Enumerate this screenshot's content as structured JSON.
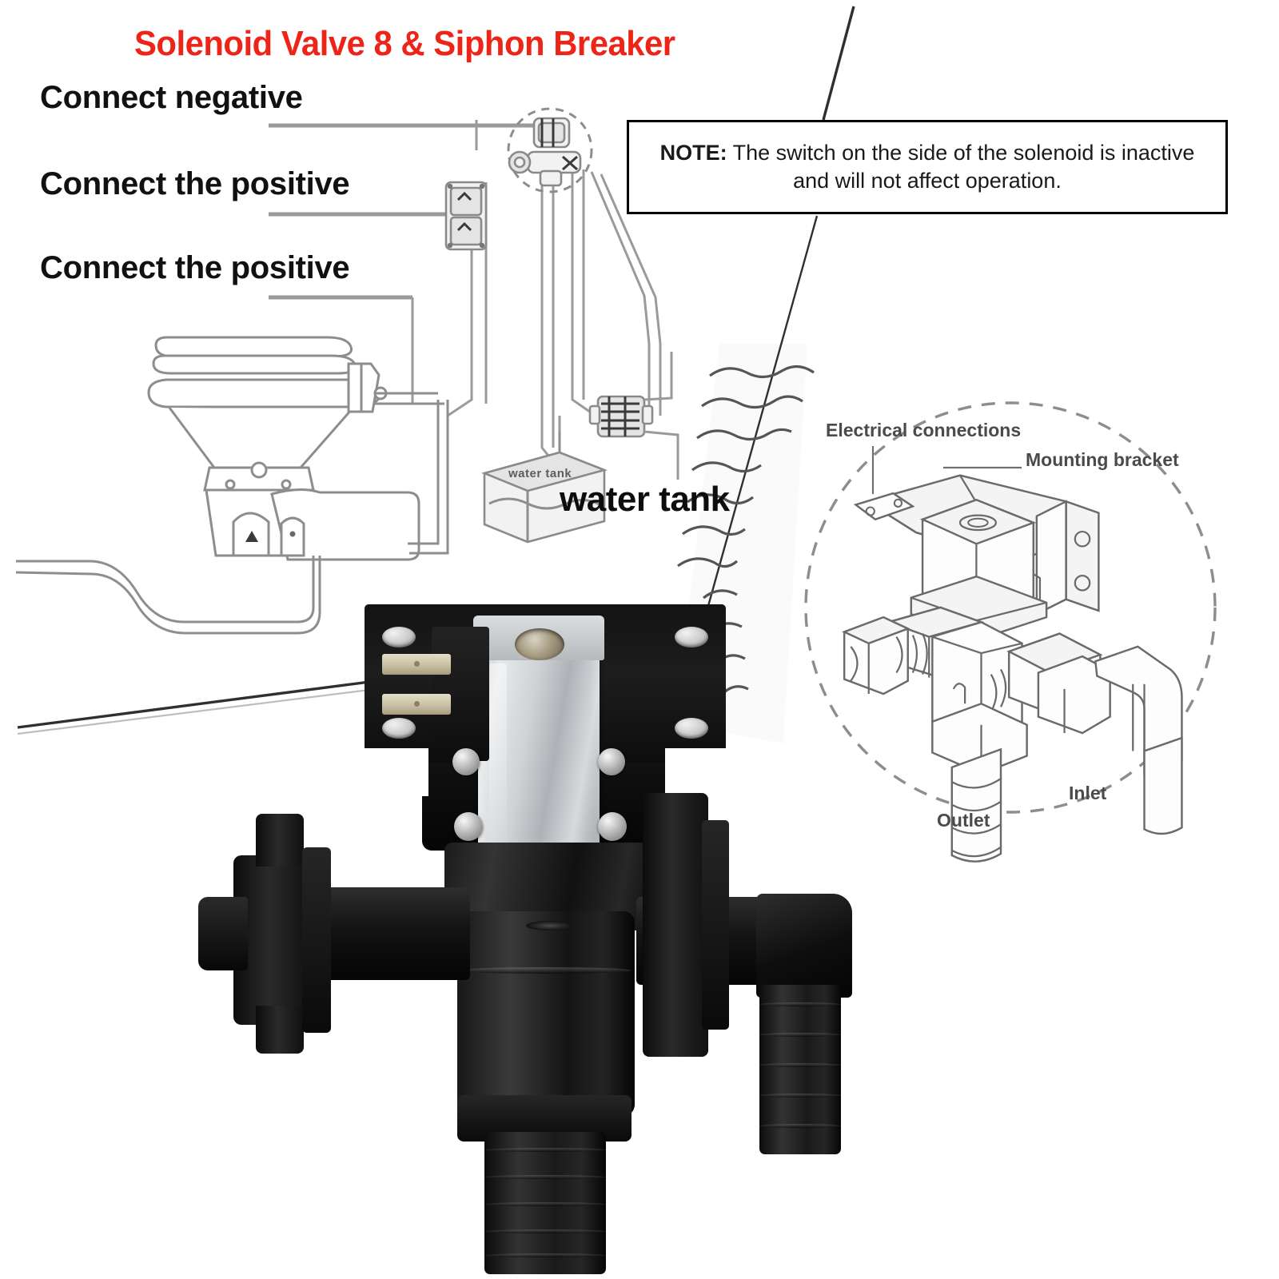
{
  "title": "Solenoid Valve 8 & Siphon Breaker",
  "title_color": "#ef2418",
  "wiring_labels": {
    "negative": "Connect negative",
    "positive_1": "Connect the positive",
    "positive_2": "Connect the positive"
  },
  "note": {
    "prefix": "NOTE:",
    "text": " The switch on the side of the solenoid is inactive and will not affect operation."
  },
  "schematic": {
    "water_tank_caption": "water tank",
    "water_tank_label": "water tank"
  },
  "callout": {
    "electrical_connections": "Electrical connections",
    "mounting_bracket": "Mounting bracket",
    "inlet": "Inlet",
    "outlet": "Outlet"
  },
  "colors": {
    "title_red": "#ef2418",
    "note_border": "#000000",
    "line_gray": "#8e8e8e",
    "callout_label": "#4a4a4a",
    "product_black": "#131313",
    "coil_zinc": "#cfd3d6"
  }
}
